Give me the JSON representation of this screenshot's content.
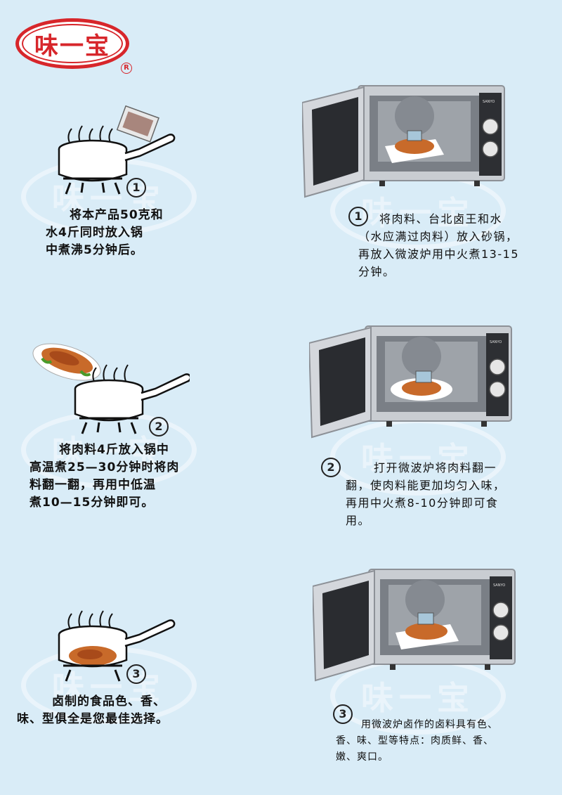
{
  "brand": {
    "name": "味一宝",
    "registered": "R",
    "watermark_text": "味一宝"
  },
  "left_steps": [
    {
      "number": "1",
      "lines": [
        "将本产品50克和",
        "水4斤同时放入锅",
        "中煮沸5分钟后。"
      ]
    },
    {
      "number": "2",
      "lines": [
        "将肉料4斤放入锅中",
        "高温煮25—30分钟时将肉",
        "料翻一翻，再用中低温",
        "煮10—15分钟即可。"
      ]
    },
    {
      "number": "3",
      "lines": [
        "卤制的食品色、香、",
        "味、型俱全是您最佳选择。"
      ]
    }
  ],
  "right_steps": [
    {
      "number": "1",
      "lines": [
        "将肉料、台北卤王和水",
        "（水应满过肉料）放入砂锅，",
        "再放入微波炉用中火煮13-15",
        "分钟。"
      ]
    },
    {
      "number": "2",
      "lines": [
        "打开微波炉将肉料翻一",
        "翻，使肉料能更加均匀入味，",
        "再用中火煮8-10分钟即可食",
        "用。"
      ]
    },
    {
      "number": "3",
      "lines": [
        "用微波炉卤作的卤料具有色、",
        "香、味、型等特点：肉质鲜、香、",
        "嫩、爽口。"
      ]
    }
  ],
  "microwave": {
    "brand_label": "SANYO"
  },
  "colors": {
    "background": "#d9ecf7",
    "brand_red": "#d7262b"
  }
}
